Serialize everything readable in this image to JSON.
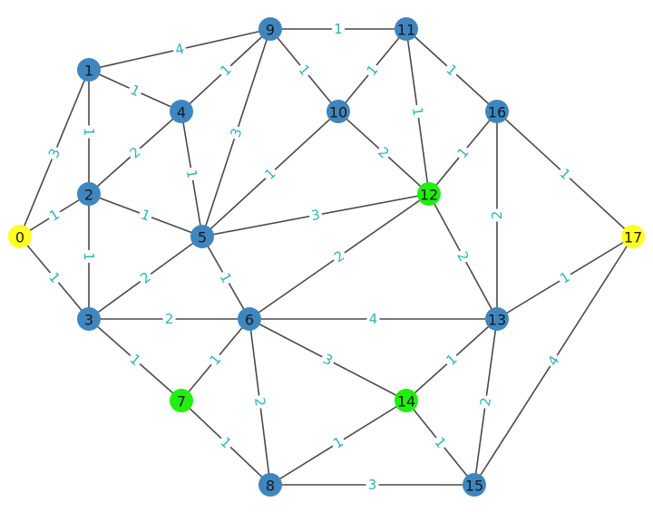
{
  "colors": {
    "node_default": "#3f86bf",
    "node_green": "#22ee11",
    "node_yellow": "#ffff22",
    "edge_default": "#4a4a4a",
    "edge_green": "#22dd11",
    "edge_red": "#dd1111",
    "edge_label": "#2ab5b5"
  },
  "nodes": [
    {
      "id": "0",
      "label": "0",
      "color": "yellow"
    },
    {
      "id": "1",
      "label": "1",
      "color": "default"
    },
    {
      "id": "2",
      "label": "2",
      "color": "default"
    },
    {
      "id": "3",
      "label": "3",
      "color": "default"
    },
    {
      "id": "4",
      "label": "4",
      "color": "default"
    },
    {
      "id": "5",
      "label": "5",
      "color": "default"
    },
    {
      "id": "6",
      "label": "6",
      "color": "default"
    },
    {
      "id": "7",
      "label": "7",
      "color": "green"
    },
    {
      "id": "8",
      "label": "8",
      "color": "default"
    },
    {
      "id": "9",
      "label": "9",
      "color": "default"
    },
    {
      "id": "10",
      "label": "10",
      "color": "default"
    },
    {
      "id": "11",
      "label": "11",
      "color": "default"
    },
    {
      "id": "12",
      "label": "12",
      "color": "green"
    },
    {
      "id": "13",
      "label": "13",
      "color": "default"
    },
    {
      "id": "14",
      "label": "14",
      "color": "green"
    },
    {
      "id": "15",
      "label": "15",
      "color": "default"
    },
    {
      "id": "16",
      "label": "16",
      "color": "default"
    },
    {
      "id": "17",
      "label": "17",
      "color": "yellow"
    }
  ],
  "edges": [
    {
      "source": "0",
      "target": "1",
      "weight": "3",
      "highlight": "none"
    },
    {
      "source": "0",
      "target": "2",
      "weight": "1",
      "highlight": "none"
    },
    {
      "source": "0",
      "target": "3",
      "weight": "1",
      "highlight": "none"
    },
    {
      "source": "1",
      "target": "9",
      "weight": "4",
      "highlight": "none"
    },
    {
      "source": "1",
      "target": "4",
      "weight": "1",
      "highlight": "none"
    },
    {
      "source": "1",
      "target": "2",
      "weight": "1",
      "highlight": "none"
    },
    {
      "source": "2",
      "target": "4",
      "weight": "2",
      "highlight": "green"
    },
    {
      "source": "2",
      "target": "5",
      "weight": "1",
      "highlight": "none"
    },
    {
      "source": "2",
      "target": "3",
      "weight": "1",
      "highlight": "none"
    },
    {
      "source": "3",
      "target": "5",
      "weight": "2",
      "highlight": "none"
    },
    {
      "source": "3",
      "target": "6",
      "weight": "2",
      "highlight": "none"
    },
    {
      "source": "3",
      "target": "7",
      "weight": "1",
      "highlight": "none"
    },
    {
      "source": "4",
      "target": "9",
      "weight": "1",
      "highlight": "none"
    },
    {
      "source": "4",
      "target": "5",
      "weight": "1",
      "highlight": "none"
    },
    {
      "source": "5",
      "target": "9",
      "weight": "3",
      "highlight": "none"
    },
    {
      "source": "5",
      "target": "10",
      "weight": "1",
      "highlight": "none"
    },
    {
      "source": "5",
      "target": "12",
      "weight": "3",
      "highlight": "none"
    },
    {
      "source": "5",
      "target": "6",
      "weight": "1",
      "highlight": "none"
    },
    {
      "source": "6",
      "target": "12",
      "weight": "2",
      "highlight": "none"
    },
    {
      "source": "6",
      "target": "13",
      "weight": "4",
      "highlight": "none"
    },
    {
      "source": "6",
      "target": "7",
      "weight": "1",
      "highlight": "none"
    },
    {
      "source": "6",
      "target": "14",
      "weight": "3",
      "highlight": "none"
    },
    {
      "source": "6",
      "target": "8",
      "weight": "2",
      "highlight": "none"
    },
    {
      "source": "7",
      "target": "8",
      "weight": "1",
      "highlight": "none"
    },
    {
      "source": "8",
      "target": "14",
      "weight": "1",
      "highlight": "none"
    },
    {
      "source": "8",
      "target": "15",
      "weight": "3",
      "highlight": "none"
    },
    {
      "source": "9",
      "target": "11",
      "weight": "1",
      "highlight": "none"
    },
    {
      "source": "9",
      "target": "10",
      "weight": "1",
      "highlight": "none"
    },
    {
      "source": "10",
      "target": "11",
      "weight": "1",
      "highlight": "none"
    },
    {
      "source": "10",
      "target": "12",
      "weight": "2",
      "highlight": "none"
    },
    {
      "source": "11",
      "target": "12",
      "weight": "1",
      "highlight": "red"
    },
    {
      "source": "11",
      "target": "16",
      "weight": "1",
      "highlight": "none"
    },
    {
      "source": "12",
      "target": "16",
      "weight": "1",
      "highlight": "none"
    },
    {
      "source": "12",
      "target": "13",
      "weight": "2",
      "highlight": "none"
    },
    {
      "source": "13",
      "target": "16",
      "weight": "2",
      "highlight": "none"
    },
    {
      "source": "13",
      "target": "17",
      "weight": "1",
      "highlight": "none"
    },
    {
      "source": "13",
      "target": "14",
      "weight": "1",
      "highlight": "green"
    },
    {
      "source": "13",
      "target": "15",
      "weight": "2",
      "highlight": "none"
    },
    {
      "source": "14",
      "target": "15",
      "weight": "1",
      "highlight": "none"
    },
    {
      "source": "15",
      "target": "17",
      "weight": "4",
      "highlight": "none"
    },
    {
      "source": "16",
      "target": "17",
      "weight": "1",
      "highlight": "none"
    }
  ]
}
